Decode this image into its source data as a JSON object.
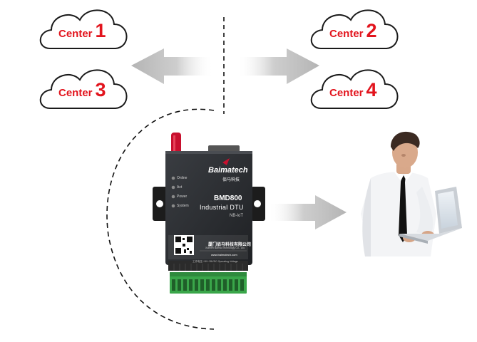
{
  "clouds": [
    {
      "word": "Center",
      "num": "1"
    },
    {
      "word": "Center",
      "num": "2"
    },
    {
      "word": "Center",
      "num": "3"
    },
    {
      "word": "Center",
      "num": "4"
    }
  ],
  "device": {
    "brand": "Baimatech",
    "brand_cn": "佰马科技",
    "model": "BMD800",
    "type": "Industrial DTU",
    "network": "NB-IoT",
    "leds": [
      "Online",
      "Act",
      "Power",
      "System"
    ],
    "company_cn": "厦门佰马科技有限公司",
    "company_en": "Xiamen Baima Technology Co., Ltd.",
    "website": "www.baimatech.com",
    "voltage": "工作电压 +5V~35VDC Operating Voltage"
  },
  "colors": {
    "label_red": "#e2141d",
    "arrow_gray": "#b4b4b4",
    "device_body": "#2d2f33",
    "terminal_green": "#3aa64a",
    "antenna_red": "#c8102e"
  }
}
